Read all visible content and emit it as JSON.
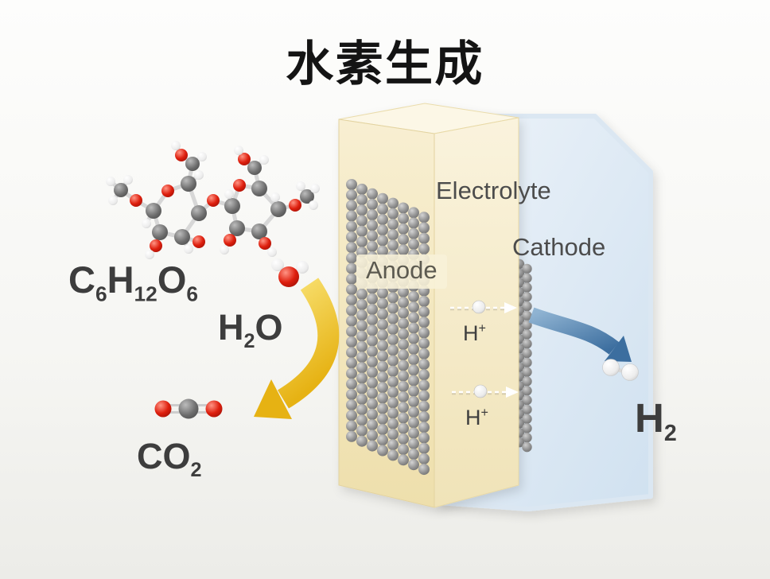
{
  "title": "水素生成",
  "reactants": {
    "glucose_formula": "C6H12O6",
    "water_formula": "H2O"
  },
  "products": {
    "co2_formula": "CO2",
    "hydrogen_formula": "H2"
  },
  "cell": {
    "anode_label": "Anode",
    "electrolyte_label": "Electrolyte",
    "cathode_label": "Cathode",
    "proton_label": "H+"
  },
  "colors": {
    "conversion_arrow_yellow": "#e6b213",
    "hydrogen_arrow_blue": "#41719f",
    "anode_slab_beige": "#f3e6bd",
    "electrolyte_panel_blue": "#dce8f3",
    "catalyst_sphere_gray": "#8d8d8d",
    "oxygen_red": "#d01c0a",
    "carbon_gray": "#6b6b6b",
    "hydrogen_white": "#f4f4f4"
  },
  "icons": {
    "glucose_molecule": "glucose-ball-and-stick-model",
    "water_molecule": "water-ball-and-stick-model",
    "co2_molecule": "carbon-dioxide-ball-and-stick-model",
    "h2_molecule": "hydrogen-ball-and-stick-model"
  }
}
